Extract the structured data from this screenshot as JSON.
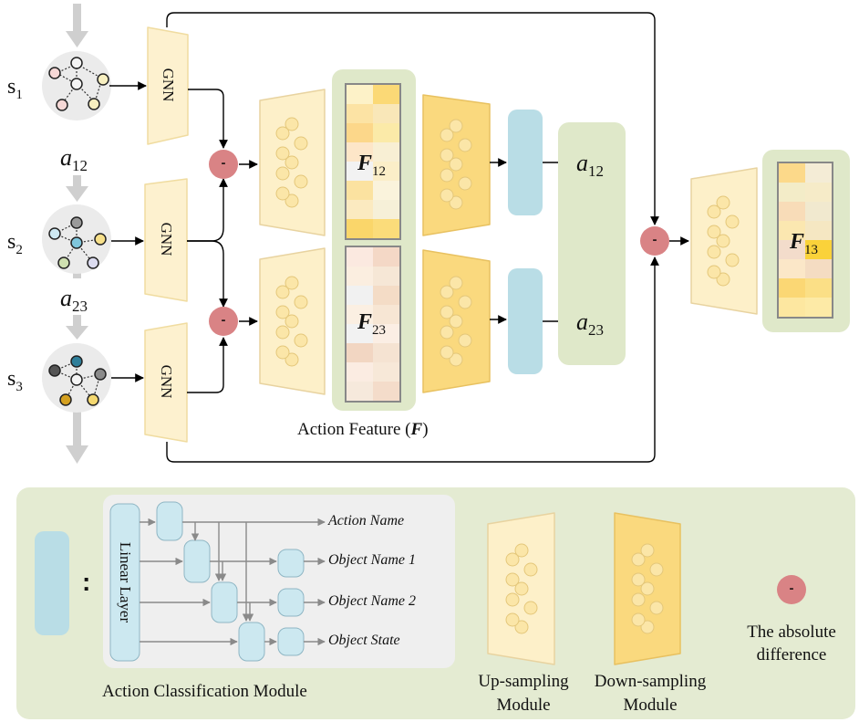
{
  "states": [
    {
      "label": "s",
      "sub": "1"
    },
    {
      "label": "s",
      "sub": "2"
    },
    {
      "label": "s",
      "sub": "3"
    }
  ],
  "actions": [
    {
      "label": "a",
      "sub": "12"
    },
    {
      "label": "a",
      "sub": "23"
    }
  ],
  "gnn_label": "GNN",
  "minus_symbol": "-",
  "features": [
    {
      "label": "F",
      "sub": "12"
    },
    {
      "label": "F",
      "sub": "23"
    },
    {
      "label": "F",
      "sub": "13"
    }
  ],
  "outputs": [
    {
      "label": "a",
      "sub": "12"
    },
    {
      "label": "a",
      "sub": "23"
    }
  ],
  "action_feature_caption": {
    "prefix": "Action Feature (",
    "symbol": "F",
    "suffix": ")"
  },
  "legend": {
    "colon": ":",
    "linear_layer": "Linear Layer",
    "heads": [
      "Action Name",
      "Object Name 1",
      "Object Name 2",
      "Object State"
    ],
    "module_caption": "Action Classification Module",
    "upsampling": [
      "Up-sampling",
      "Module"
    ],
    "downsampling": [
      "Down-sampling",
      "Module"
    ],
    "absolute_difference": [
      "The absolute",
      "difference"
    ]
  },
  "colors": {
    "gnn_fill": "#fdf1cf",
    "up_fill": "#fdf0c9",
    "down_fill": "#fad97e",
    "classifier_fill": "#b9dde6",
    "feature_panel": "#dfe8c9",
    "minus_fill": "#d98385",
    "legend_bg": "#e4ebd2",
    "arrow_gray": "#cfcfcf"
  }
}
